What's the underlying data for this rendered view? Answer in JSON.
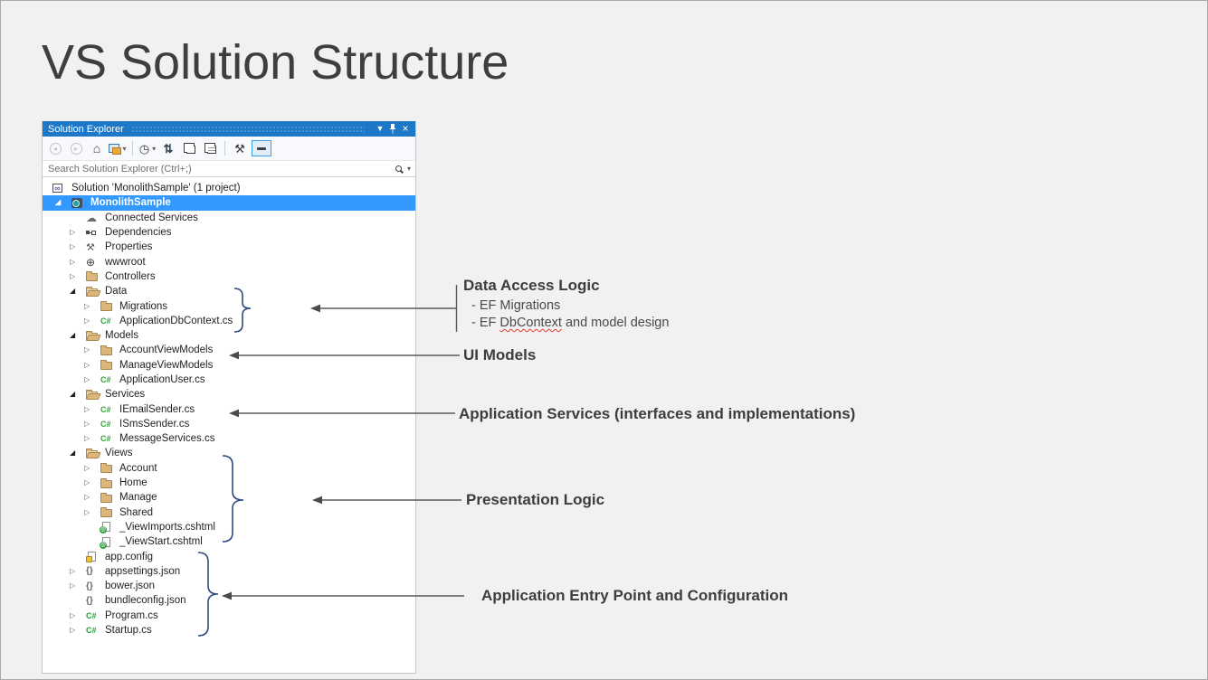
{
  "slide": {
    "title": "VS Solution Structure"
  },
  "solution_explorer": {
    "title": "Solution Explorer",
    "window_controls": [
      "window-position-dropdown",
      "pin",
      "close"
    ],
    "toolbar_icons": [
      "back",
      "forward",
      "home",
      "collapse-all",
      "pending-changes-filter",
      "sync-with-active-document",
      "new-window",
      "preview-code",
      "properties",
      "preview-selected-items"
    ],
    "search": {
      "placeholder": "Search Solution Explorer (Ctrl+;)"
    },
    "tree": [
      {
        "label": "Solution 'MonolithSample' (1 project)",
        "icon": "solution",
        "level": 0,
        "expand": null
      },
      {
        "label": "MonolithSample",
        "icon": "project",
        "level": 1,
        "expand": "expanded",
        "selected": true
      },
      {
        "label": "Connected Services",
        "icon": "connected-services",
        "level": 2,
        "expand": null
      },
      {
        "label": "Dependencies",
        "icon": "dependencies",
        "level": 2,
        "expand": "collapsed"
      },
      {
        "label": "Properties",
        "icon": "properties",
        "level": 2,
        "expand": "collapsed"
      },
      {
        "label": "wwwroot",
        "icon": "globe",
        "level": 2,
        "expand": "collapsed"
      },
      {
        "label": "Controllers",
        "icon": "folder",
        "level": 2,
        "expand": "collapsed"
      },
      {
        "label": "Data",
        "icon": "folder-open",
        "level": 2,
        "expand": "expanded"
      },
      {
        "label": "Migrations",
        "icon": "folder",
        "level": 3,
        "expand": "collapsed"
      },
      {
        "label": "ApplicationDbContext.cs",
        "icon": "csharp",
        "level": 3,
        "expand": "collapsed"
      },
      {
        "label": "Models",
        "icon": "folder-open",
        "level": 2,
        "expand": "expanded"
      },
      {
        "label": "AccountViewModels",
        "icon": "folder",
        "level": 3,
        "expand": "collapsed"
      },
      {
        "label": "ManageViewModels",
        "icon": "folder",
        "level": 3,
        "expand": "collapsed"
      },
      {
        "label": "ApplicationUser.cs",
        "icon": "csharp",
        "level": 3,
        "expand": "collapsed"
      },
      {
        "label": "Services",
        "icon": "folder-open",
        "level": 2,
        "expand": "expanded"
      },
      {
        "label": "IEmailSender.cs",
        "icon": "csharp",
        "level": 3,
        "expand": "collapsed"
      },
      {
        "label": "ISmsSender.cs",
        "icon": "csharp",
        "level": 3,
        "expand": "collapsed"
      },
      {
        "label": "MessageServices.cs",
        "icon": "csharp",
        "level": 3,
        "expand": "collapsed"
      },
      {
        "label": "Views",
        "icon": "folder-open",
        "level": 2,
        "expand": "expanded"
      },
      {
        "label": "Account",
        "icon": "folder",
        "level": 3,
        "expand": "collapsed"
      },
      {
        "label": "Home",
        "icon": "folder",
        "level": 3,
        "expand": "collapsed"
      },
      {
        "label": "Manage",
        "icon": "folder",
        "level": 3,
        "expand": "collapsed"
      },
      {
        "label": "Shared",
        "icon": "folder",
        "level": 3,
        "expand": "collapsed"
      },
      {
        "label": "_ViewImports.cshtml",
        "icon": "cshtml",
        "level": 3,
        "expand": null
      },
      {
        "label": "_ViewStart.cshtml",
        "icon": "cshtml",
        "level": 3,
        "expand": null
      },
      {
        "label": "app.config",
        "icon": "config",
        "level": 2,
        "expand": null
      },
      {
        "label": "appsettings.json",
        "icon": "json",
        "level": 2,
        "expand": "collapsed"
      },
      {
        "label": "bower.json",
        "icon": "json",
        "level": 2,
        "expand": "collapsed"
      },
      {
        "label": "bundleconfig.json",
        "icon": "json",
        "level": 2,
        "expand": null
      },
      {
        "label": "Program.cs",
        "icon": "csharp",
        "level": 2,
        "expand": "collapsed"
      },
      {
        "label": "Startup.cs",
        "icon": "csharp",
        "level": 2,
        "expand": "collapsed"
      }
    ]
  },
  "annotations": [
    {
      "heading": "Data Access Logic",
      "bullets": [
        {
          "text": "- EF Migrations"
        },
        {
          "prefix": "- EF ",
          "underlined": "DbContext",
          "suffix": " and model design"
        }
      ]
    },
    {
      "heading": "UI Models"
    },
    {
      "heading": "Application Services (interfaces and implementations)"
    },
    {
      "heading": "Presentation Logic"
    },
    {
      "heading": "Application Entry Point and Configuration"
    }
  ],
  "colors": {
    "titlebar_blue": "#1e78c8",
    "selection_blue": "#3399ff",
    "folder_tan": "#dcb67a",
    "csharp_green": "#2e9e3a",
    "brace_navy": "#2d4a7c",
    "arrow_gray": "#5a5a5a",
    "squiggle_red": "#e03c31"
  }
}
